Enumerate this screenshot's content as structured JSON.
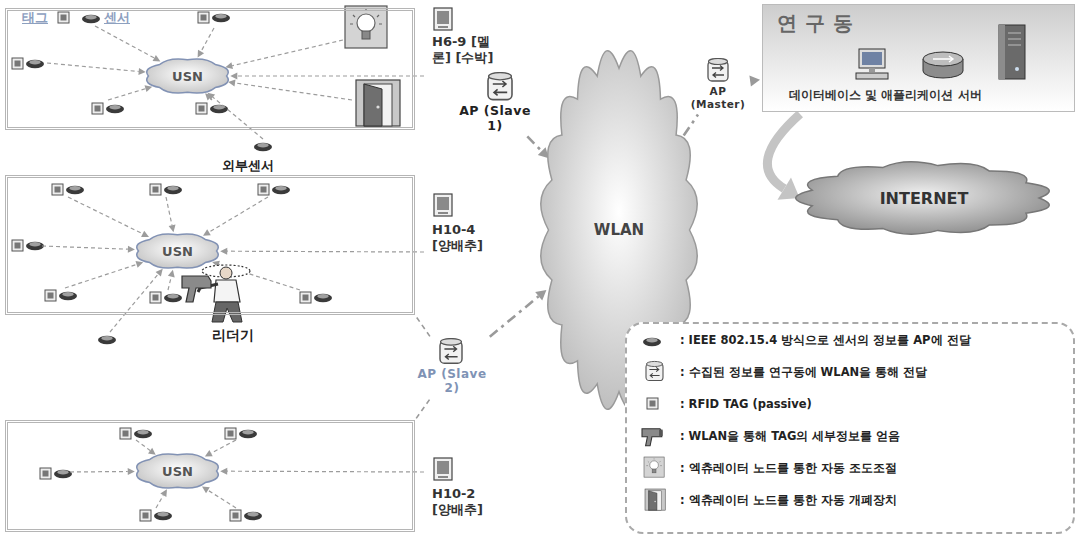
{
  "diagram": {
    "nodes": [
      {
        "text": [
          "H6-9 [멜론] [수박]"
        ]
      },
      {
        "text": [
          "USN"
        ],
        "in": 0
      },
      {
        "text": [
          "H10-4 [양배추]"
        ]
      },
      {
        "text": [
          "USN"
        ],
        "in": 2
      },
      {
        "text": [
          "H10-2 [양배추]"
        ]
      },
      {
        "text": [
          "USN"
        ],
        "in": 4
      },
      {
        "text": [
          "AP (Slave 1)"
        ]
      },
      {
        "text": [
          "AP (Slave 2)"
        ]
      },
      {
        "text": [
          "WLAN"
        ]
      },
      {
        "text": [
          "AP (Master)"
        ]
      },
      {
        "text": [
          "연구동",
          "데이터베이스 및 애플리케이션 서버"
        ]
      },
      {
        "text": [
          "INTERNET"
        ]
      }
    ],
    "edges": [
      {
        "from": 6,
        "to": 8,
        "arrow": "to"
      },
      {
        "from": 7,
        "to": 8,
        "arrow": "to"
      },
      {
        "from": 7,
        "to": 2,
        "arrow": "none"
      },
      {
        "from": 7,
        "to": 4,
        "arrow": "none"
      },
      {
        "from": 8,
        "to": 9,
        "arrow": "none"
      },
      {
        "from": 9,
        "to": 10,
        "arrow": "to"
      },
      {
        "from": 10,
        "to": 11,
        "arrow": "to"
      }
    ],
    "labels": [
      "태그",
      "센서",
      "외부센서",
      "리더기"
    ],
    "legend": [
      {
        "text": ": IEEE 802.15.4 방식으로 센서의 정보를 AP에 전달"
      },
      {
        "text": ": 수집된 정보를 연구동에 WLAN을 통해 전달"
      },
      {
        "text": ": RFID TAG (passive)"
      },
      {
        "text": ": WLAN을 통해 TAG의 세부정보를 얻음"
      },
      {
        "text": ": 엑츄레이터 노드를 통한 자동 조도조절"
      },
      {
        "text": ": 엑츄레이터 노드를 통한 자동 개폐장치"
      }
    ]
  }
}
